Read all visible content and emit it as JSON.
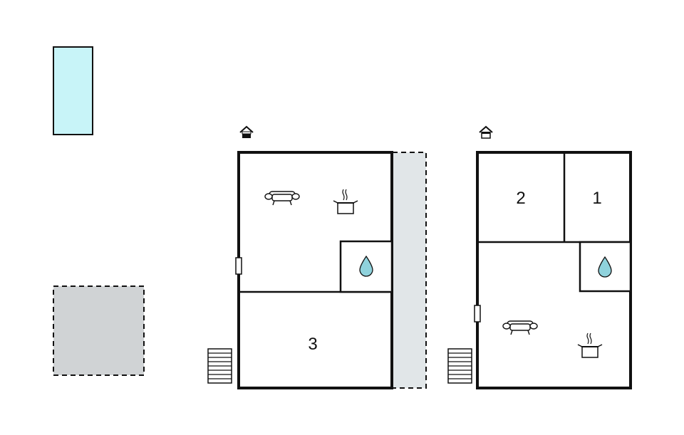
{
  "rooms": {
    "ground_bedroom": "3",
    "upper_bedroom_left": "2",
    "upper_bedroom_right": "1"
  },
  "colors": {
    "pool": "#c8f4f8",
    "terrace": "#d0d3d5",
    "balcony": "#e1e6e8",
    "wall": "#111111",
    "water_drop": "#8fd2dc"
  },
  "icons": [
    "pool",
    "terrace",
    "entrance-icon",
    "sofa-icon",
    "cooking-pot-icon",
    "water-drop-icon",
    "window-icon",
    "stairs-icon"
  ]
}
